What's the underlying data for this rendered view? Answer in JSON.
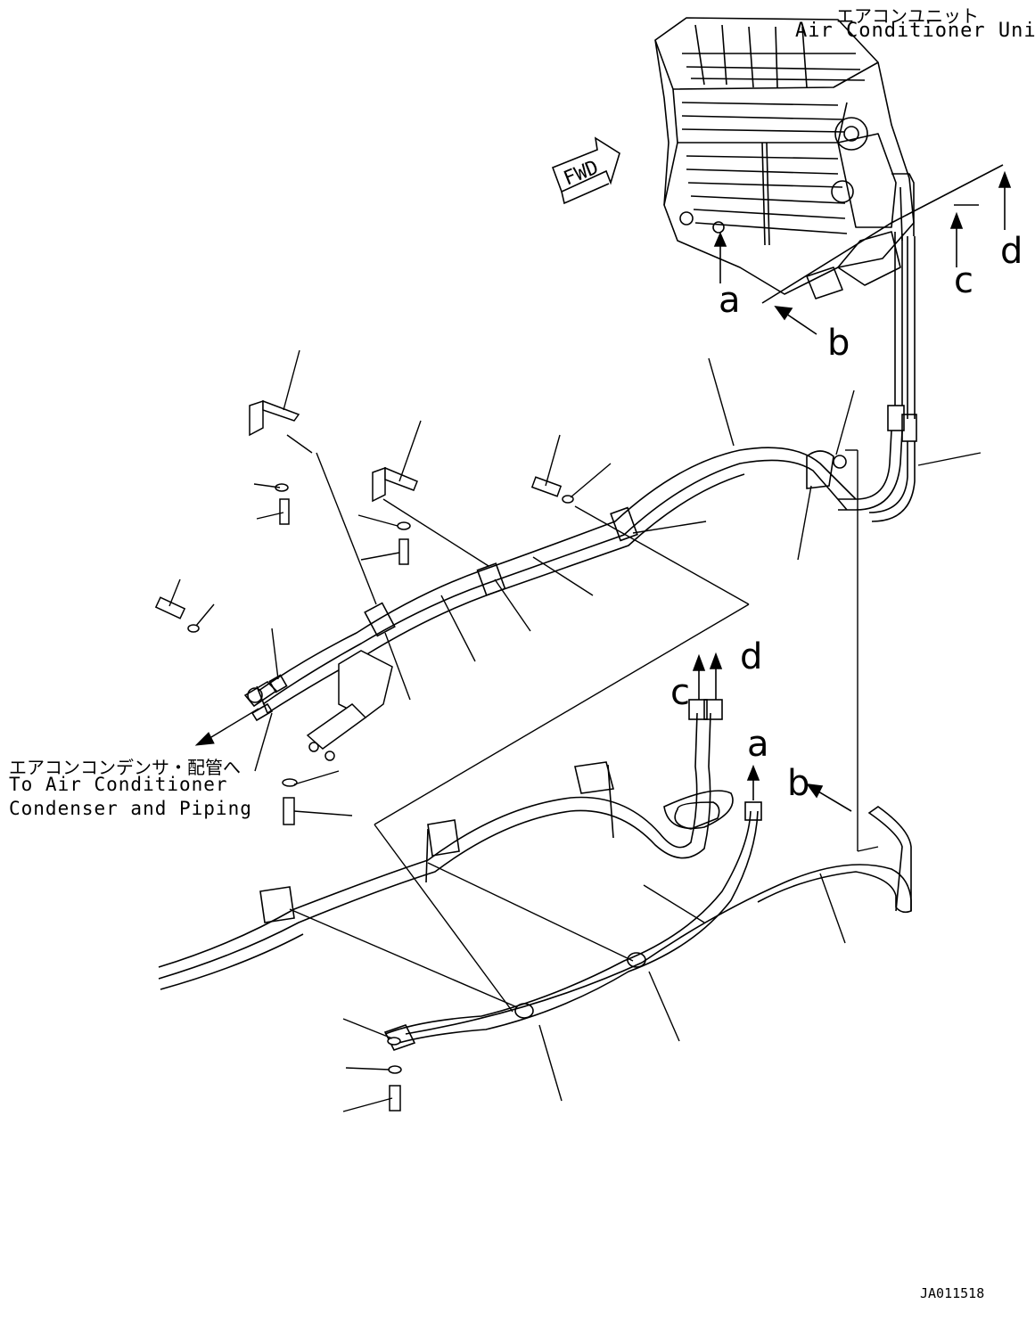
{
  "labels": {
    "unit_jp": "エアコンユニット",
    "unit_en": "Air Conditioner Unit",
    "fwd": "FWD",
    "condenser_jp": "エアコンコンデンサ・配管へ",
    "condenser_en1": "To Air Conditioner",
    "condenser_en2": "Condenser and Piping",
    "drawing_no": "JA011518"
  },
  "connection_marks": {
    "a_top": "a",
    "b_top": "b",
    "c_top": "c",
    "d_top": "d",
    "a_bottom": "a",
    "b_bottom": "b",
    "c_bottom": "c",
    "d_bottom": "d"
  }
}
